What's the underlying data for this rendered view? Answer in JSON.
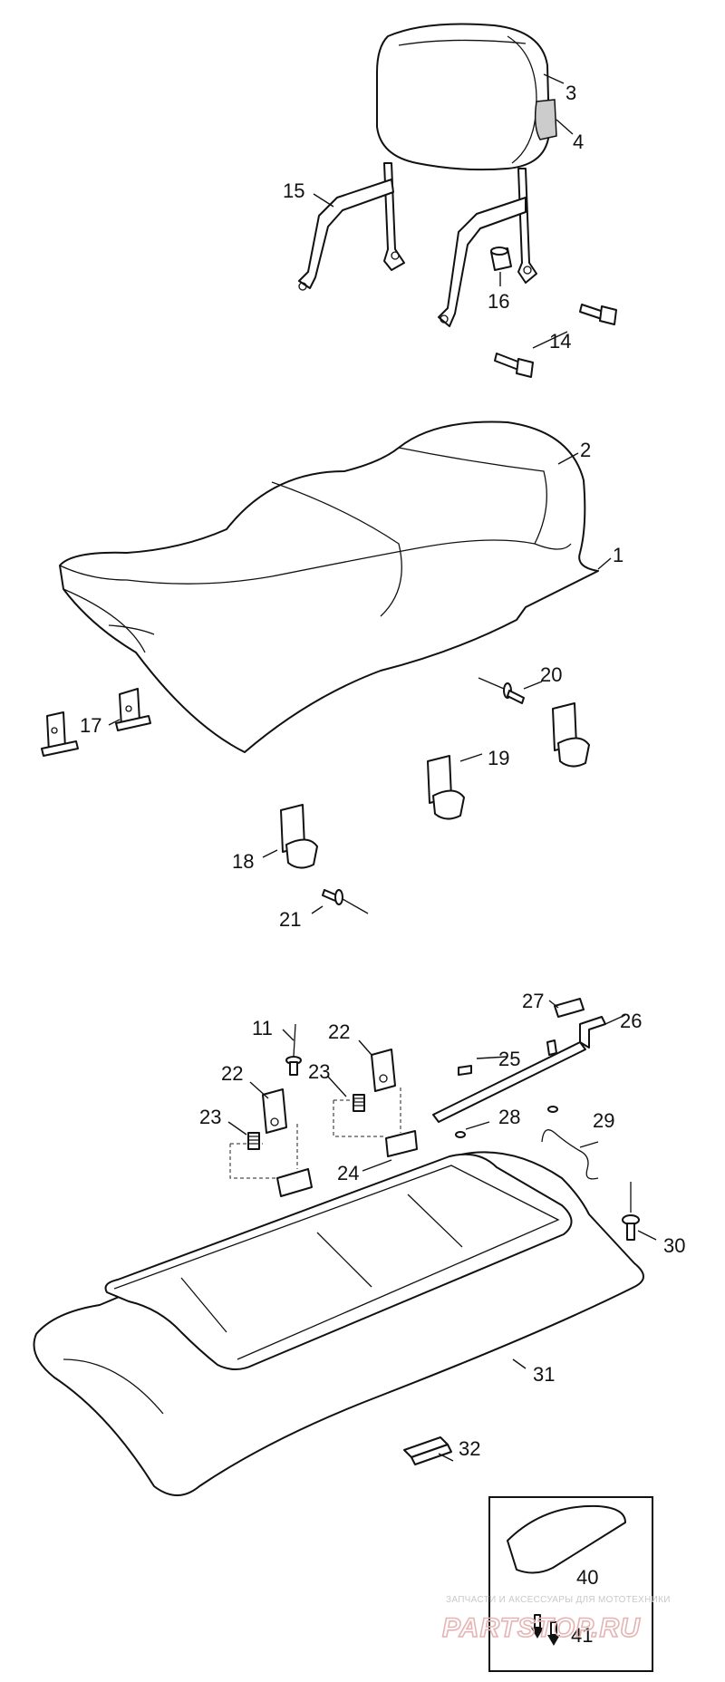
{
  "diagram": {
    "callouts": [
      {
        "id": "c3",
        "text": "3"
      },
      {
        "id": "c4",
        "text": "4"
      },
      {
        "id": "c15",
        "text": "15"
      },
      {
        "id": "c16",
        "text": "16"
      },
      {
        "id": "c14",
        "text": "14"
      },
      {
        "id": "c2",
        "text": "2"
      },
      {
        "id": "c1",
        "text": "1"
      },
      {
        "id": "c20",
        "text": "20"
      },
      {
        "id": "c17",
        "text": "17"
      },
      {
        "id": "c19",
        "text": "19"
      },
      {
        "id": "c18",
        "text": "18"
      },
      {
        "id": "c21",
        "text": "21"
      },
      {
        "id": "c27",
        "text": "27"
      },
      {
        "id": "c26",
        "text": "26"
      },
      {
        "id": "c11",
        "text": "11"
      },
      {
        "id": "c22a",
        "text": "22"
      },
      {
        "id": "c23a",
        "text": "23"
      },
      {
        "id": "c25",
        "text": "25"
      },
      {
        "id": "c22b",
        "text": "22"
      },
      {
        "id": "c29",
        "text": "29"
      },
      {
        "id": "c23b",
        "text": "23"
      },
      {
        "id": "c28",
        "text": "28"
      },
      {
        "id": "c24",
        "text": "24"
      },
      {
        "id": "c30",
        "text": "30"
      },
      {
        "id": "c31",
        "text": "31"
      },
      {
        "id": "c32",
        "text": "32"
      },
      {
        "id": "c40",
        "text": "40"
      },
      {
        "id": "c41",
        "text": "41"
      }
    ]
  },
  "watermark": {
    "tagline": "ЗАПЧАСТИ И АКСЕССУАРЫ ДЛЯ МОТОТЕХНИКИ",
    "logo": "PARTSTOP.RU",
    "color": "#e6b3b3"
  }
}
